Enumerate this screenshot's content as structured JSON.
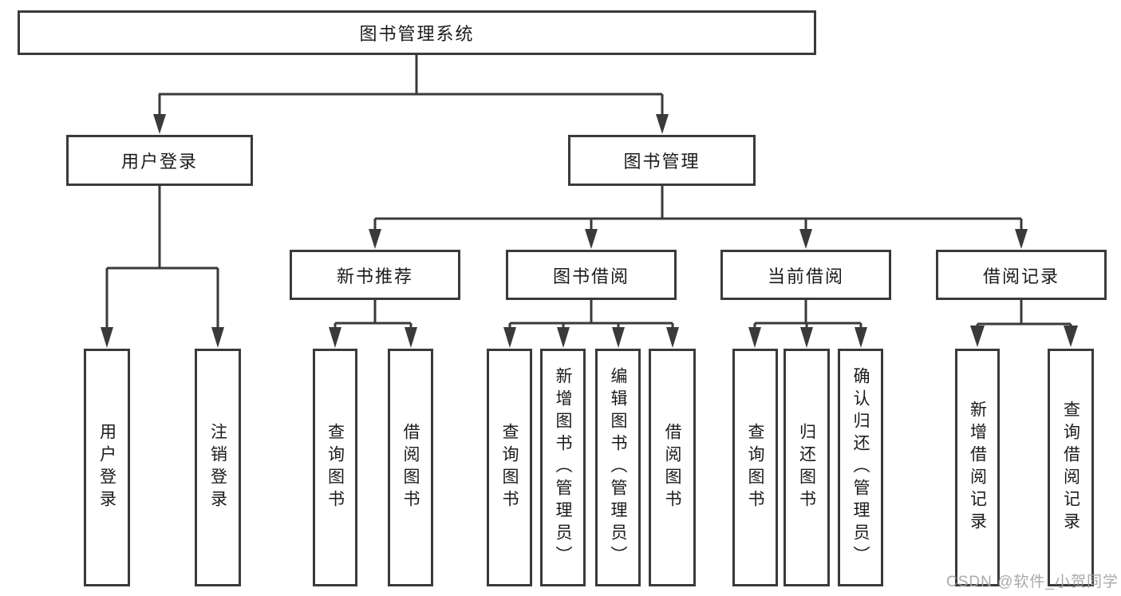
{
  "colors": {
    "line": "#3a3a3a",
    "border": "#3a3a3a",
    "text": "#1b1b1b",
    "background": "#ffffff",
    "watermark": "#a3a3a3"
  },
  "watermark": "CSDN @软件_小贺同学",
  "tree": {
    "label": "图书管理系统",
    "children": [
      {
        "label": "用户登录",
        "children": [
          {
            "label": "用户登录"
          },
          {
            "label": "注销登录"
          }
        ]
      },
      {
        "label": "图书管理",
        "children": [
          {
            "label": "新书推荐",
            "children": [
              {
                "label": "查询图书"
              },
              {
                "label": "借阅图书"
              }
            ]
          },
          {
            "label": "图书借阅",
            "children": [
              {
                "label": "查询图书"
              },
              {
                "label": "新增图书（管理员）"
              },
              {
                "label": "编辑图书（管理员）"
              },
              {
                "label": "借阅图书"
              }
            ]
          },
          {
            "label": "当前借阅",
            "children": [
              {
                "label": "查询图书"
              },
              {
                "label": "归还图书"
              },
              {
                "label": "确认归还（管理员）"
              }
            ]
          },
          {
            "label": "借阅记录",
            "children": [
              {
                "label": "新增借阅记录"
              },
              {
                "label": "查询借阅记录"
              }
            ]
          }
        ]
      }
    ]
  }
}
